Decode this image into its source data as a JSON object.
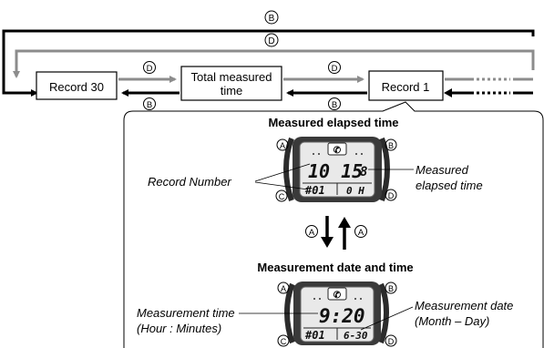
{
  "flow": {
    "boxes": {
      "record30": "Record 30",
      "total_line1": "Total measured",
      "total_line2": "time",
      "record1": "Record 1"
    },
    "button_labels": {
      "a": "A",
      "b": "B",
      "c": "C",
      "d": "D"
    }
  },
  "panel": {
    "top_title": "Measured elapsed time",
    "bottom_title": "Measurement date and time",
    "record_number_label": "Record Number",
    "measured_line1": "Measured",
    "measured_line2": "elapsed time",
    "time_line1": "Measurement time",
    "time_line2": "(Hour : Minutes)",
    "date_line1": "Measurement date",
    "date_line2": "(Month – Day)"
  },
  "watch_top": {
    "main_digits": "10 15",
    "seconds_digit": "8",
    "record_no": "#01",
    "sub_value": "0 H"
  },
  "watch_bottom": {
    "main_digits": "9:20",
    "record_no": "#01",
    "sub_value": "6-30"
  },
  "colors": {
    "ink": "#000000",
    "gray_arrow": "#8c8c8c",
    "watch_body": "#2b2b2b"
  }
}
